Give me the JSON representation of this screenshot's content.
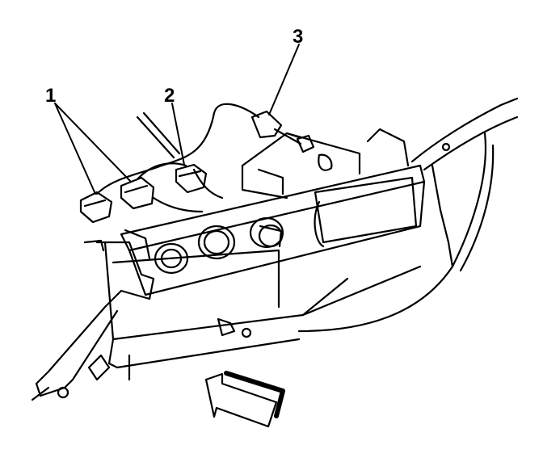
{
  "callouts": [
    {
      "label": "1"
    },
    {
      "label": "2"
    },
    {
      "label": "3"
    }
  ],
  "colors": {
    "ink": "#000000",
    "paper": "#ffffff"
  },
  "icons": [
    "direction-arrow-icon"
  ]
}
